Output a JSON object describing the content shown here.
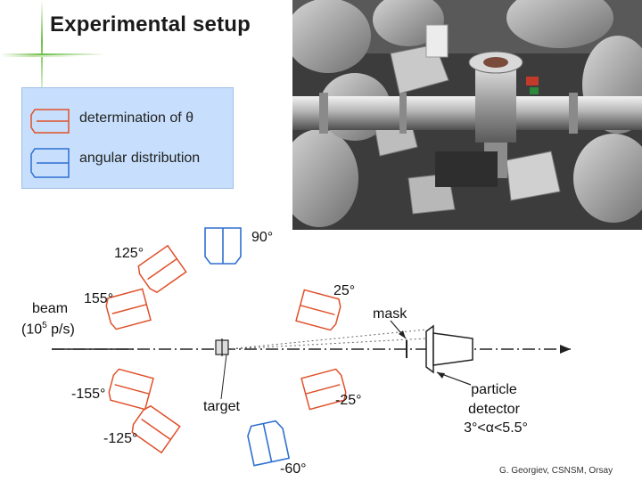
{
  "slide": {
    "title": "Experimental setup",
    "credit": "G. Georgiev, CSNSM, Orsay"
  },
  "legend": {
    "items": [
      {
        "label": "determination of θ",
        "color": "#e0502a"
      },
      {
        "label": "angular distribution",
        "color": "#2f6fd0"
      }
    ]
  },
  "diagram": {
    "angle_labels": {
      "a90": "90°",
      "a125": "125°",
      "a155": "155°",
      "a25": "25°",
      "am155": "-155°",
      "am25": "-25°",
      "am125": "-125°",
      "am60": "-60°"
    },
    "beam_label": "beam",
    "beam_rate": "(10",
    "beam_rate_exp": "5",
    "beam_rate_unit": " p/s)",
    "mask_label": "mask",
    "target_label": "target",
    "particle_detector_label_1": "particle",
    "particle_detector_label_2": "detector",
    "particle_detector_label_3": "3°<α<5.5°"
  },
  "photo": {
    "description_icon": "experimental-apparatus-photo"
  },
  "colors": {
    "theta_detectors": "#e0502a",
    "angular_detectors": "#2f6fd0",
    "legend_bg": "#c7dffc",
    "accent_green": "#6fbf4a"
  }
}
